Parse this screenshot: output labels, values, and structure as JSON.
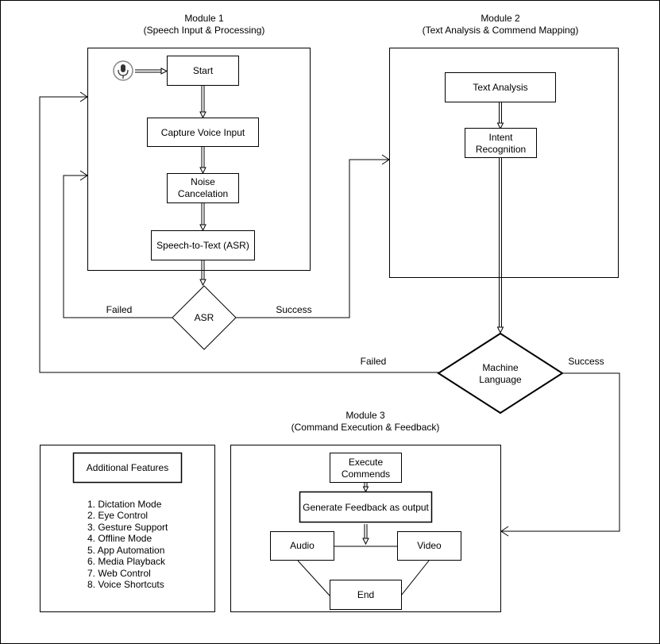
{
  "module1": {
    "title": "Module 1",
    "subtitle": "(Speech Input & Processing)",
    "mic_icon": "microphone-icon",
    "start": "Start",
    "capture": "Capture Voice Input",
    "noise_line1": "Noise",
    "noise_line2": "Cancelation",
    "asr_box": "Speech-to-Text (ASR)"
  },
  "asr_decision": {
    "label": "ASR",
    "failed": "Failed",
    "success": "Success"
  },
  "module2": {
    "title": "Module 2",
    "subtitle": "(Text Analysis & Commend Mapping)",
    "text_analysis": "Text Analysis",
    "intent_line1": "Intent",
    "intent_line2": "Recognition"
  },
  "machine_decision": {
    "line1": "Machine",
    "line2": "Language",
    "failed": "Failed",
    "success": "Success"
  },
  "module3": {
    "title": "Module 3",
    "subtitle": "(Command Execution & Feedback)",
    "execute_line1": "Execute",
    "execute_line2": "Commends",
    "feedback": "Generate Feedback as output",
    "audio": "Audio",
    "video": "Video",
    "end": "End"
  },
  "features": {
    "title": "Additional Features",
    "items": [
      "1. Dictation Mode",
      "2. Eye Control",
      "3. Gesture Support",
      "4. Offline Mode",
      "5. App Automation",
      "6. Media Playback",
      "7. Web Control",
      "8. Voice Shortcuts"
    ]
  }
}
